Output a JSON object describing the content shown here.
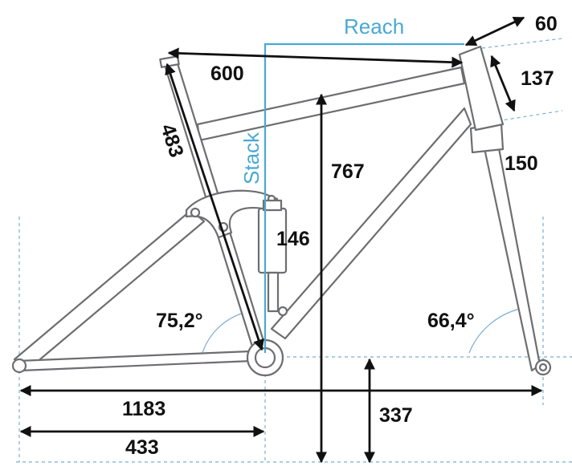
{
  "colors": {
    "frame": "#6d6e71",
    "dimension": "#111111",
    "accent": "#4aa9d3",
    "reference": "#7aaed0"
  },
  "labels": {
    "reach": "Reach",
    "stack": "Stack",
    "chainstay_offset": "60",
    "top_tube": "600",
    "head_tube_length": "137",
    "seat_tube": "483",
    "stack_height": "767",
    "fork_length": "150",
    "shock_length": "146",
    "seat_angle": "75,2°",
    "head_angle": "66,4°",
    "wheelbase": "1183",
    "bb_height": "337",
    "chainstay": "433"
  }
}
